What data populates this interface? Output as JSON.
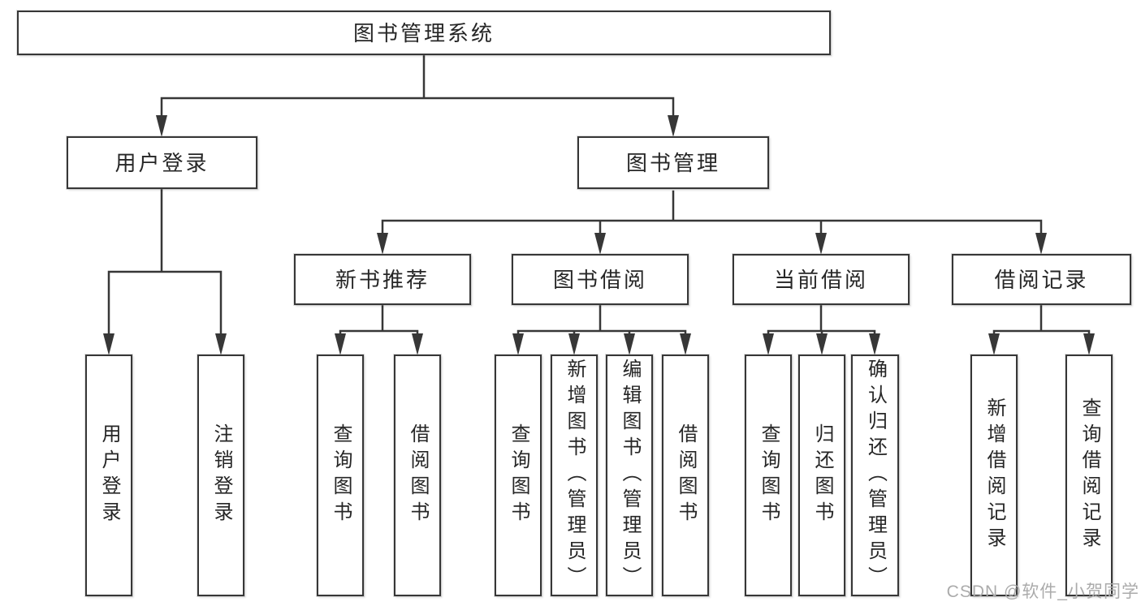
{
  "diagram_title": "图书管理系统",
  "tree": {
    "label": "图书管理系统",
    "children": [
      {
        "label": "用户登录",
        "children": [
          {
            "label": "用户登录"
          },
          {
            "label": "注销登录"
          }
        ]
      },
      {
        "label": "图书管理",
        "children": [
          {
            "label": "新书推荐",
            "children": [
              {
                "label": "查询图书"
              },
              {
                "label": "借阅图书"
              }
            ]
          },
          {
            "label": "图书借阅",
            "children": [
              {
                "label": "查询图书"
              },
              {
                "label": "新增图书（管理员）"
              },
              {
                "label": "编辑图书（管理员）"
              },
              {
                "label": "借阅图书"
              }
            ]
          },
          {
            "label": "当前借阅",
            "children": [
              {
                "label": "查询图书"
              },
              {
                "label": "归还图书"
              },
              {
                "label": "确认归还（管理员）"
              }
            ]
          },
          {
            "label": "借阅记录",
            "children": [
              {
                "label": "新增借阅记录"
              },
              {
                "label": "查询借阅记录"
              }
            ]
          }
        ]
      }
    ]
  },
  "watermark": "CSDN @软件_小贺同学",
  "colors": {
    "line": "#373737",
    "border": "#373737",
    "text": "#262626",
    "watermark": "#ababab",
    "background": "#ffffff"
  }
}
